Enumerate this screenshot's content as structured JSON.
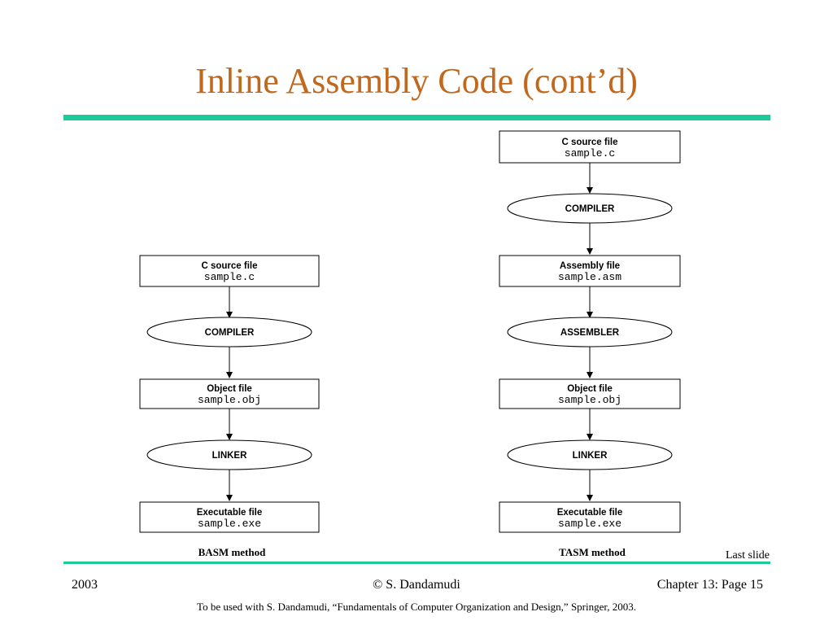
{
  "slide": {
    "title": "Inline Assembly Code (cont’d)",
    "last_slide_label": "Last slide"
  },
  "basm": {
    "source": {
      "label": "C source file",
      "file": "sample.c"
    },
    "compiler": "COMPILER",
    "object": {
      "label": "Object file",
      "file": "sample.obj"
    },
    "linker": "LINKER",
    "executable": {
      "label": "Executable file",
      "file": "sample.exe"
    },
    "method": "BASM method"
  },
  "tasm": {
    "source": {
      "label": "C source file",
      "file": "sample.c"
    },
    "compiler": "COMPILER",
    "assembly": {
      "label": "Assembly file",
      "file": "sample.asm"
    },
    "assembler": "ASSEMBLER",
    "object": {
      "label": "Object file",
      "file": "sample.obj"
    },
    "linker": "LINKER",
    "executable": {
      "label": "Executable file",
      "file": "sample.exe"
    },
    "method": "TASM method"
  },
  "footer": {
    "year": "2003",
    "author": "© S. Dandamudi",
    "page": "Chapter 13: Page 15",
    "note": "To be used with S. Dandamudi, “Fundamentals of Computer Organization and Design,” Springer, 2003."
  },
  "colors": {
    "title": "#c0681e",
    "rule": "#1fc99a"
  }
}
